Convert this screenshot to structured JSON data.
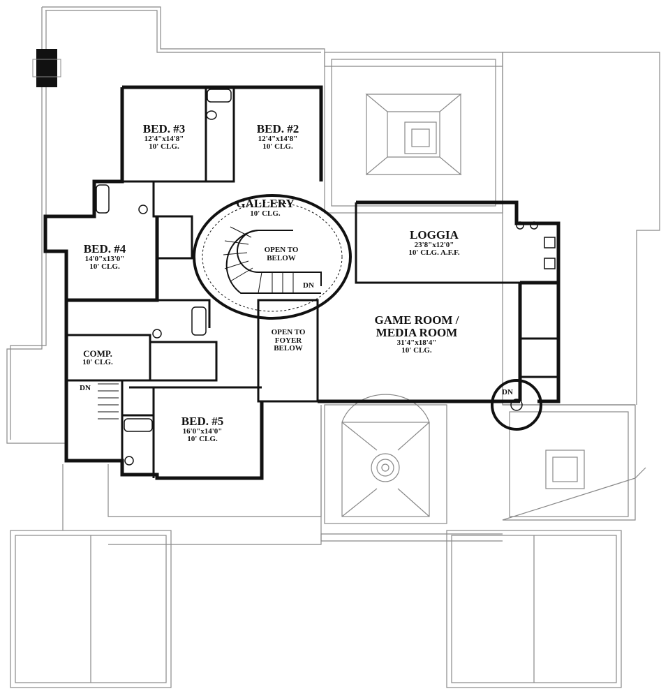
{
  "rooms": {
    "bed3": {
      "name": "BED. #3",
      "size": "12'4\"x14'8\"",
      "ceiling": "10' CLG."
    },
    "bed2": {
      "name": "BED. #2",
      "size": "12'4\"x14'8\"",
      "ceiling": "10' CLG."
    },
    "gallery": {
      "name": "GALLERY",
      "ceiling": "10' CLG."
    },
    "open_below": {
      "line1": "OPEN TO",
      "line2": "BELOW"
    },
    "loggia": {
      "name": "LOGGIA",
      "size": "23'8\"x12'0\"",
      "ceiling": "10' CLG. A.F.F."
    },
    "bed4": {
      "name": "BED. #4",
      "size": "14'0\"x13'0\"",
      "ceiling": "10' CLG."
    },
    "game_room": {
      "line1": "GAME ROOM /",
      "line2": "MEDIA ROOM",
      "size": "31'4\"x18'4\"",
      "ceiling": "10' CLG."
    },
    "open_foyer": {
      "line1": "OPEN TO",
      "line2": "FOYER",
      "line3": "BELOW"
    },
    "comp": {
      "name": "COMP.",
      "ceiling": "10' CLG."
    },
    "bed5": {
      "name": "BED. #5",
      "size": "16'0\"x14'0\"",
      "ceiling": "10' CLG."
    }
  },
  "stairs": {
    "main_dn": "DN",
    "left_dn": "DN",
    "right_dn": "DN"
  }
}
